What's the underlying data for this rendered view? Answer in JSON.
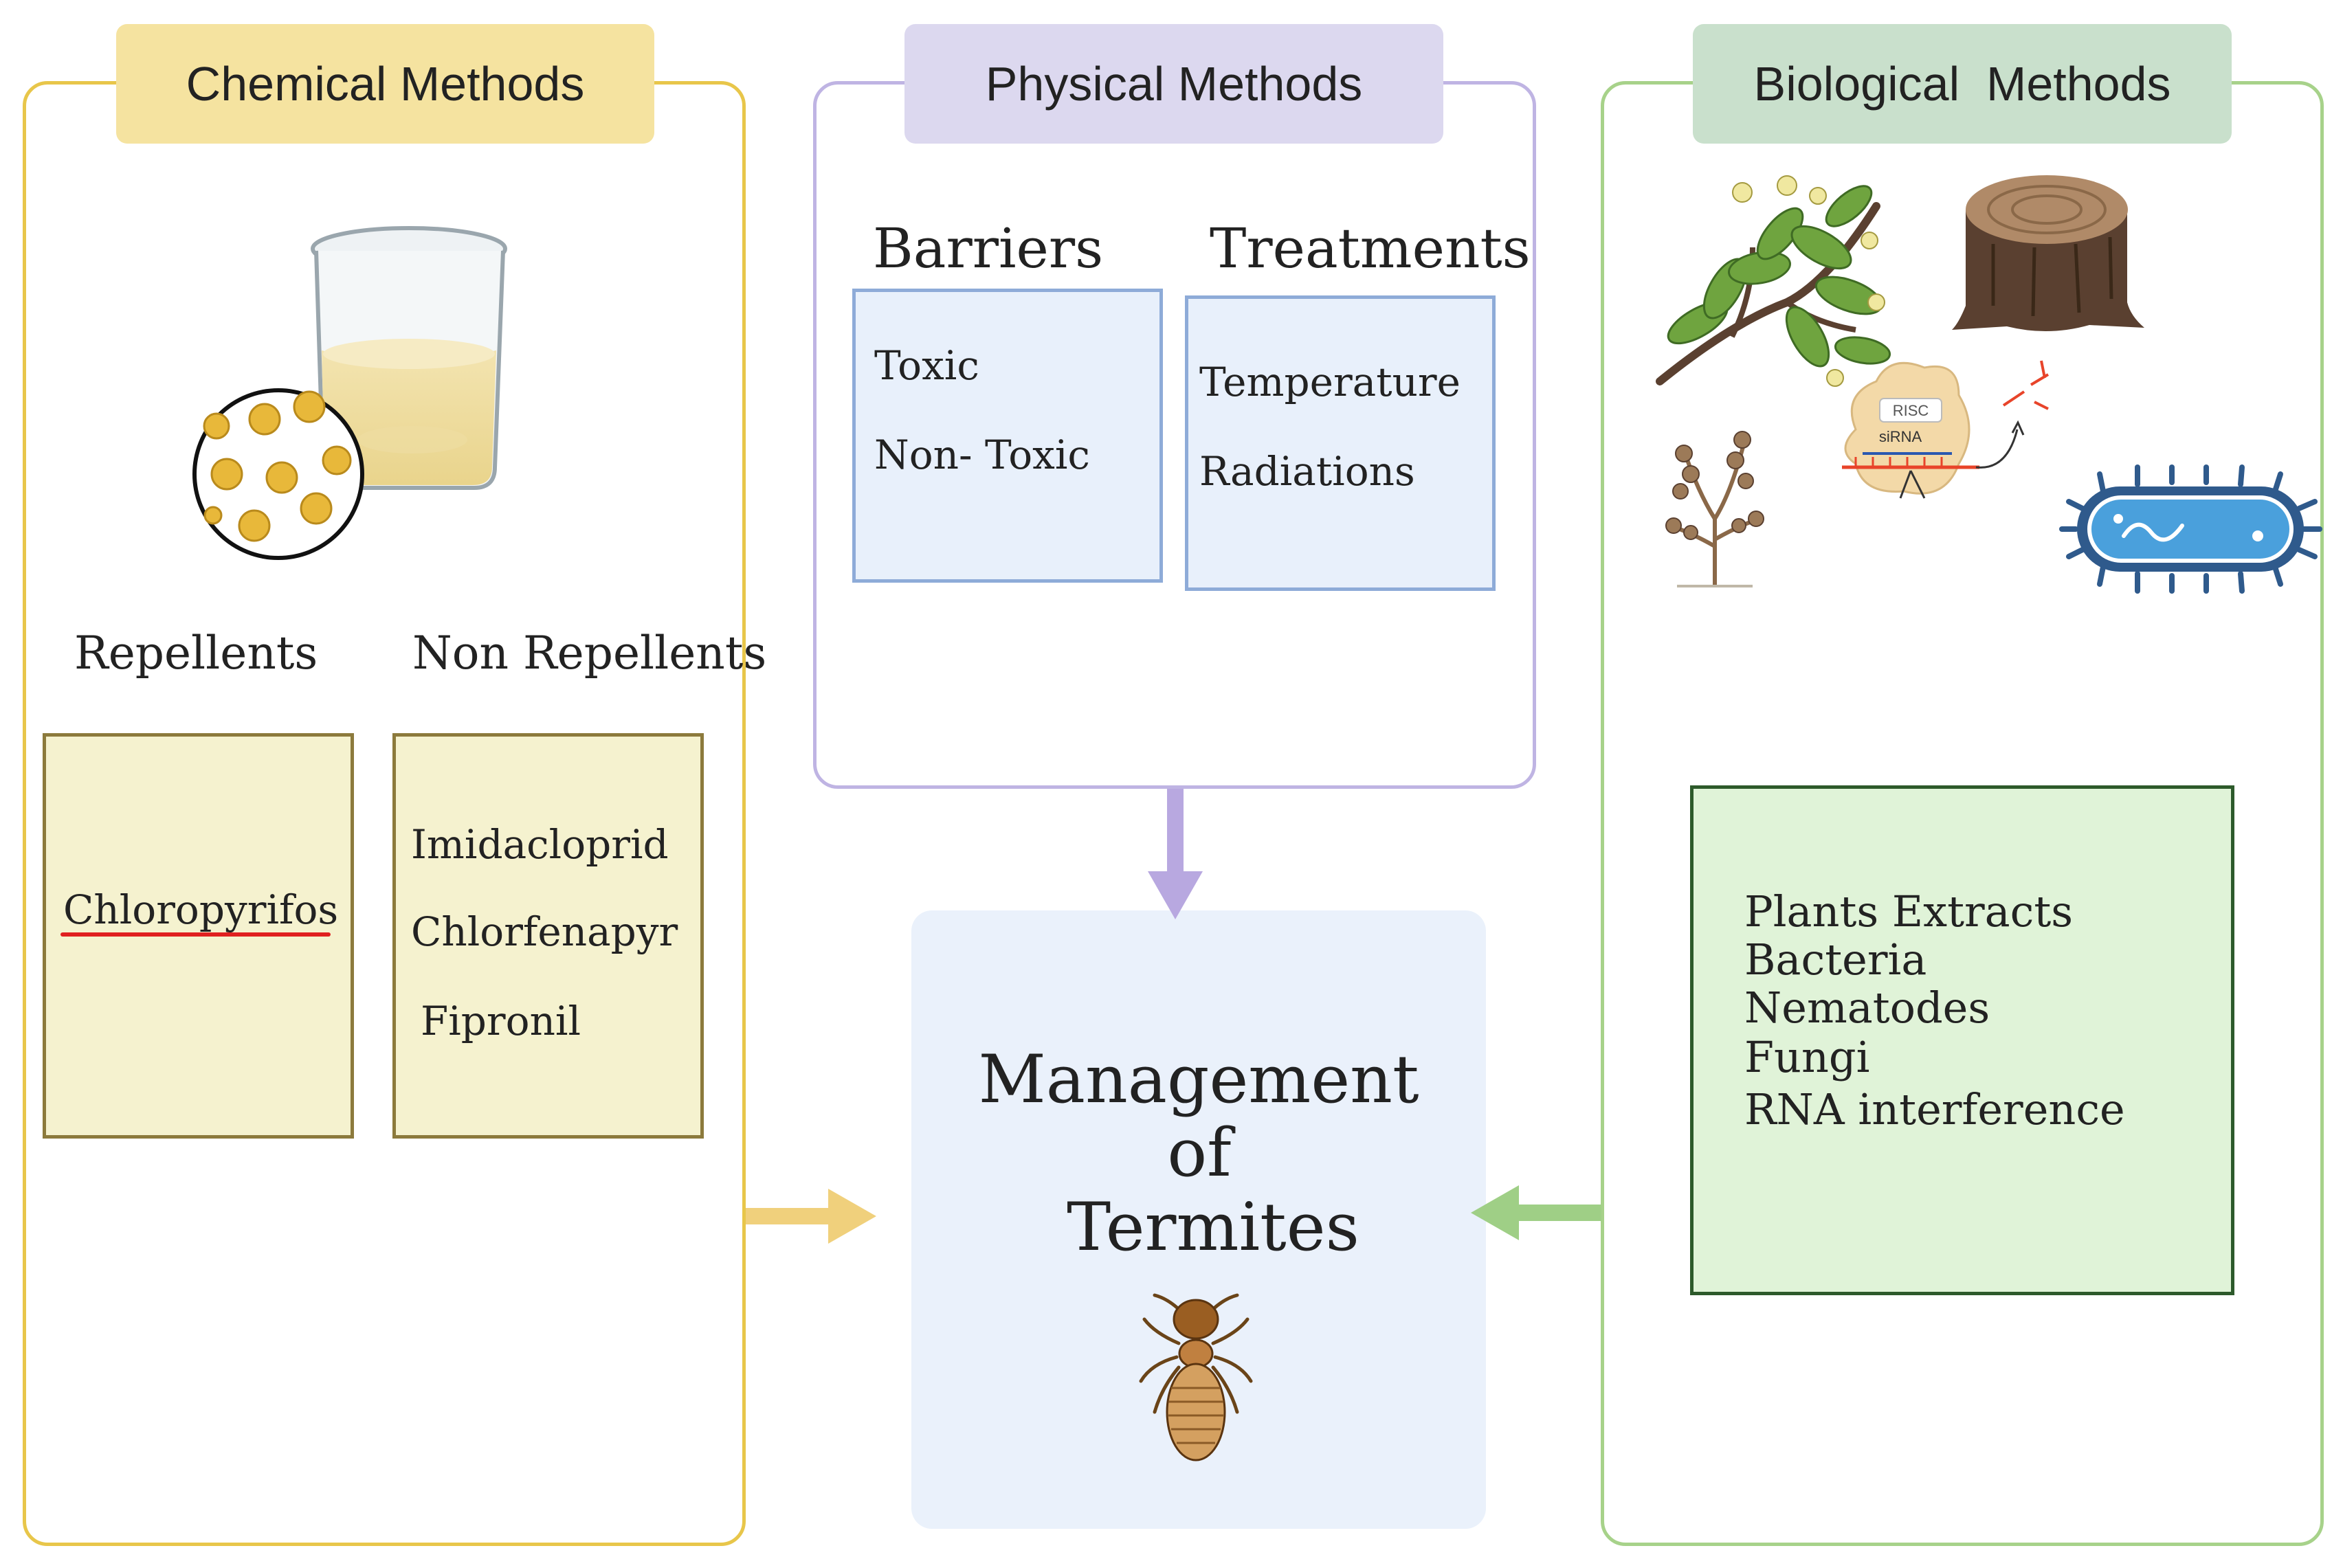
{
  "panels": {
    "chemical": {
      "header": "Chemical Methods",
      "col_left_label": "Repellents",
      "col_right_label": "Non Repellents",
      "repellents": [
        "Chloropyrifos"
      ],
      "non_repellents": [
        "Imidacloprid",
        "Chlorfenapyr",
        "Fipronil"
      ]
    },
    "physical": {
      "header": "Physical Methods",
      "col_left_label": "Barriers",
      "col_right_label": "Treatments",
      "barriers": [
        "Toxic",
        "Non- Toxic"
      ],
      "treatments": [
        "Temperature",
        "Radiations"
      ]
    },
    "biological": {
      "header": "Biological  Methods",
      "items": [
        "Plants Extracts",
        "Bacteria",
        "Nematodes",
        "Fungi",
        "RNA interference"
      ],
      "risc_label": "RISC",
      "sirna_label": "siRNA"
    }
  },
  "center": {
    "title_line1": "Management",
    "title_line2": "of",
    "title_line3": "Termites"
  },
  "colors": {
    "chemical_border": "#e8c64a",
    "chemical_header": "#f5e3a0",
    "chemical_box_fill": "#f5f2cf",
    "chemical_box_border": "#8c7a3c",
    "physical_border": "#bfb4e3",
    "physical_header": "#dcd8ef",
    "physical_box_fill": "#e8f0fb",
    "physical_box_border": "#8eabd8",
    "biological_border": "#a7d28a",
    "biological_header": "#c9e0cc",
    "biological_box_fill": "#e0f3d8",
    "biological_box_border": "#2d5a2b",
    "center_fill": "#eaf1fb",
    "arrow_yellow": "#f0d07c",
    "arrow_purple": "#b8a8e0",
    "arrow_green": "#9fcf86",
    "underline_red": "#e02020"
  }
}
